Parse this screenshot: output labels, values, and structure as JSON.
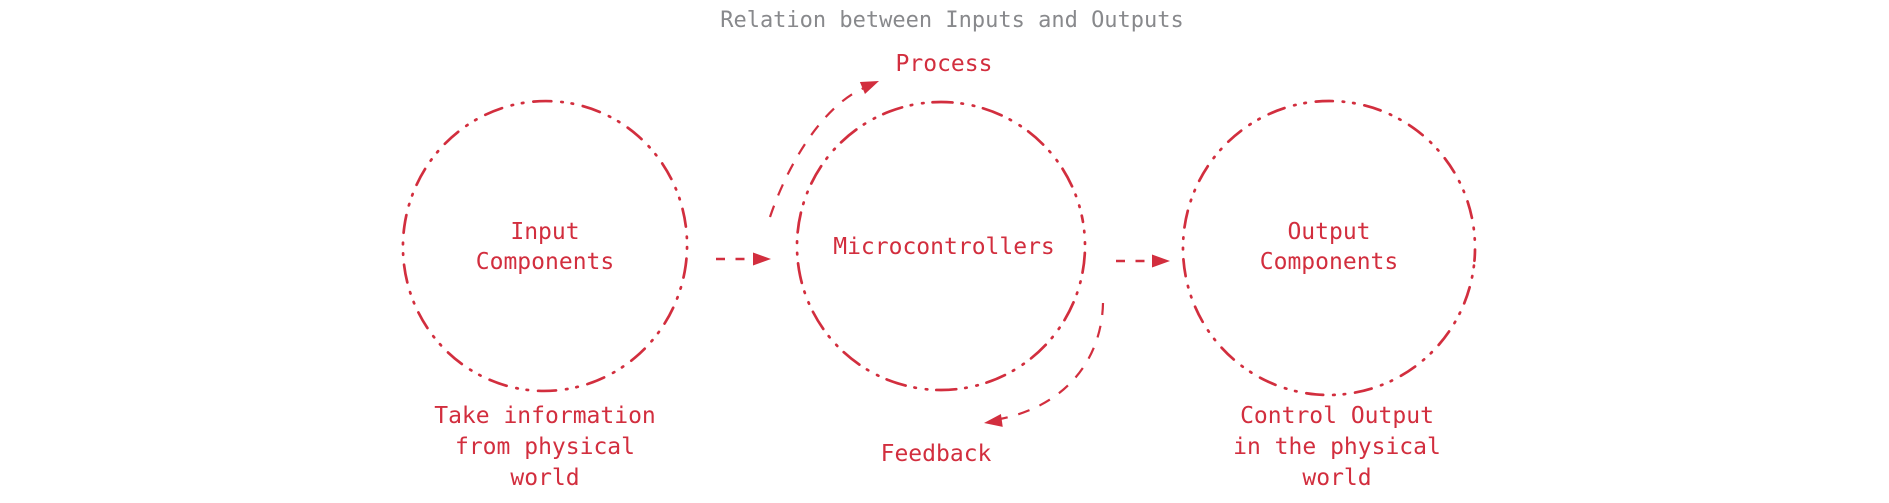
{
  "title": "Relation between Inputs and Outputs",
  "colors": {
    "accent": "#d22e3e",
    "title": "#88898c",
    "background": "#ffffff"
  },
  "nodes": {
    "input": {
      "line1": "Input",
      "line2": "Components"
    },
    "micro": {
      "label": "Microcontrollers"
    },
    "output": {
      "line1": "Output",
      "line2": "Components"
    }
  },
  "annotations": {
    "process": "Process",
    "feedback": "Feedback"
  },
  "captions": {
    "input": {
      "line1": "Take information",
      "line2": "from physical",
      "line3": "world"
    },
    "output": {
      "line1": "Control Output",
      "line2": "in the physical",
      "line3": "world"
    }
  }
}
